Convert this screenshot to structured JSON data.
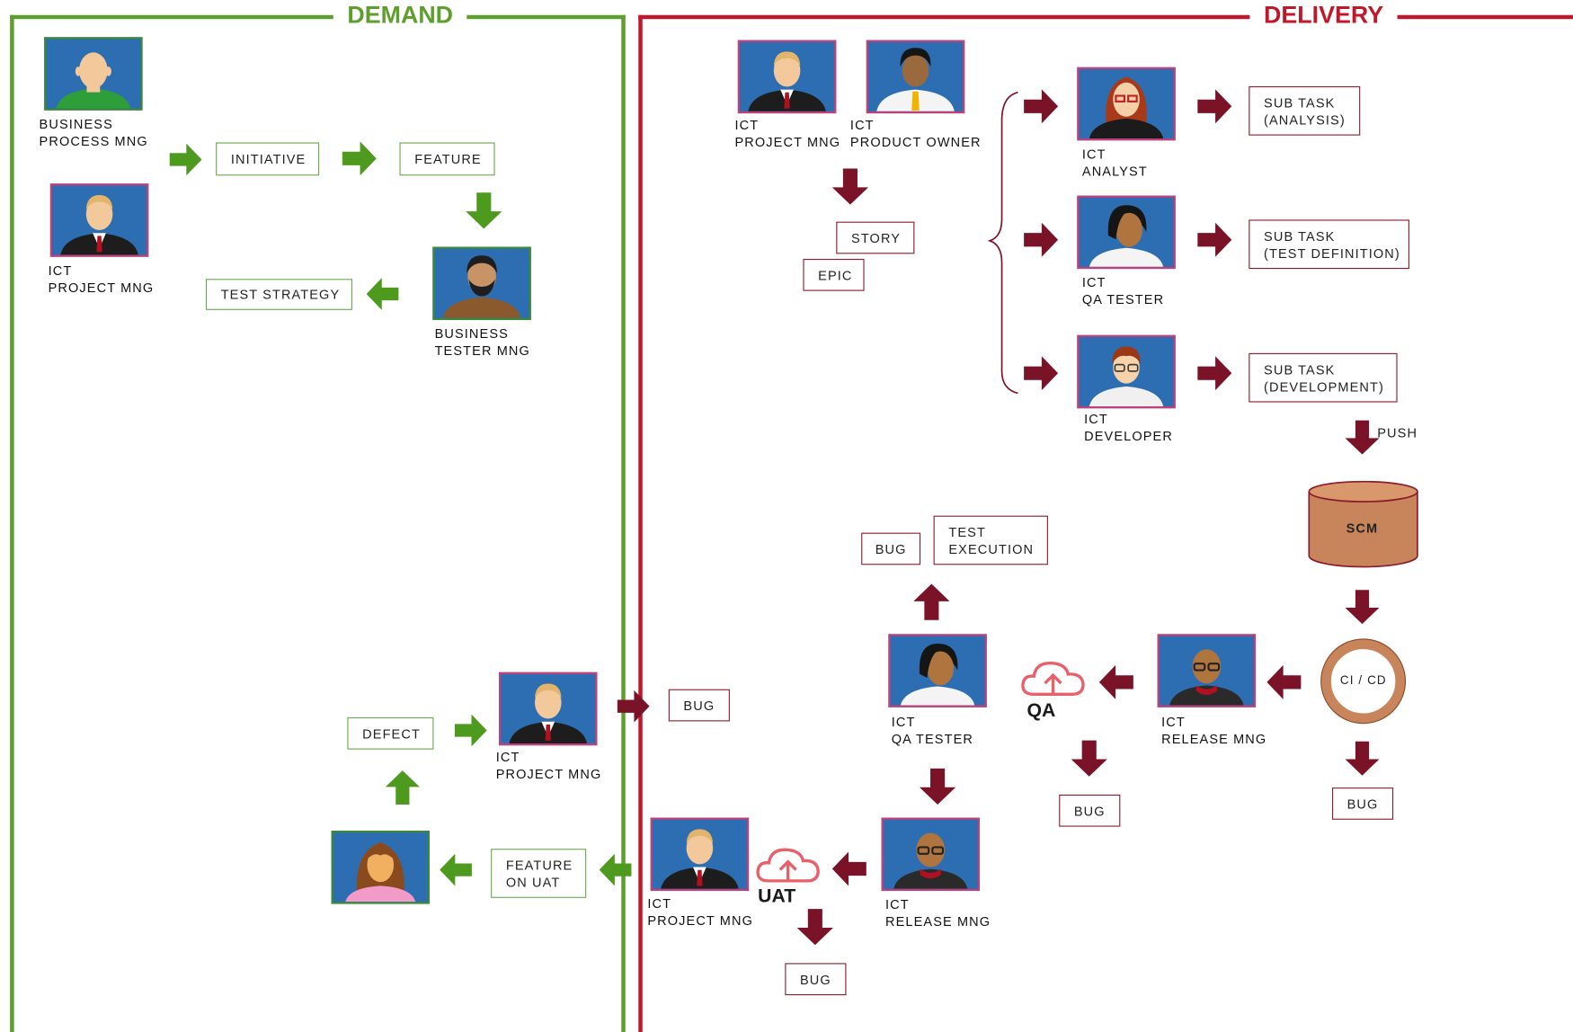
{
  "panels": {
    "demand_title": "DEMAND",
    "delivery_title": "DELIVERY"
  },
  "colors": {
    "demand": "#5e9e2c",
    "delivery": "#c0182a",
    "arrow_green": "#4e9a1e",
    "arrow_red": "#7b1328",
    "scm_fill": "#c8845a",
    "ring": "#c8845a"
  },
  "demand": {
    "business_process_mng": [
      "BUSINESS",
      "PROCESS MNG"
    ],
    "ict_project_mng_1": [
      "ICT",
      "PROJECT MNG"
    ],
    "business_tester_mng": [
      "BUSINESS",
      "TESTER MNG"
    ],
    "ict_project_mng_2": [
      "ICT",
      "PROJECT MNG"
    ],
    "boxes": {
      "initiative": "INITIATIVE",
      "feature": "FEATURE",
      "test_strategy": "TEST STRATEGY",
      "defect": "DEFECT",
      "feature_on_uat": [
        "FEATURE",
        "ON UAT"
      ]
    }
  },
  "delivery": {
    "ict_project_mng_top": [
      "ICT",
      "PROJECT MNG"
    ],
    "ict_product_owner": [
      "ICT",
      "PRODUCT OWNER"
    ],
    "ict_analyst": [
      "ICT",
      "ANALYST"
    ],
    "ict_qa_tester_top": [
      "ICT",
      "QA TESTER"
    ],
    "ict_developer": [
      "ICT",
      "DEVELOPER"
    ],
    "ict_qa_tester_mid": [
      "ICT",
      "QA TESTER"
    ],
    "ict_release_mng_mid": [
      "ICT",
      "RELEASE MNG"
    ],
    "ict_release_mng_low": [
      "ICT",
      "RELEASE MNG"
    ],
    "ict_project_mng_low": [
      "ICT",
      "PROJECT MNG"
    ],
    "boxes": {
      "story": "STORY",
      "epic": "EPIC",
      "subtask_analysis": [
        "SUB TASK",
        "(ANALYSIS)"
      ],
      "subtask_test": [
        "SUB TASK",
        "(TEST DEFINITION)"
      ],
      "subtask_dev": [
        "SUB TASK",
        "(DEVELOPMENT)"
      ],
      "test_execution": [
        "TEST",
        "EXECUTION"
      ],
      "bug_top": "BUG",
      "bug_left": "BUG",
      "bug_qa": "BUG",
      "bug_cicd": "BUG",
      "bug_uat": "BUG"
    },
    "push": "PUSH",
    "scm": "SCM",
    "cicd": "CI / CD",
    "qa": "QA",
    "uat": "UAT"
  }
}
